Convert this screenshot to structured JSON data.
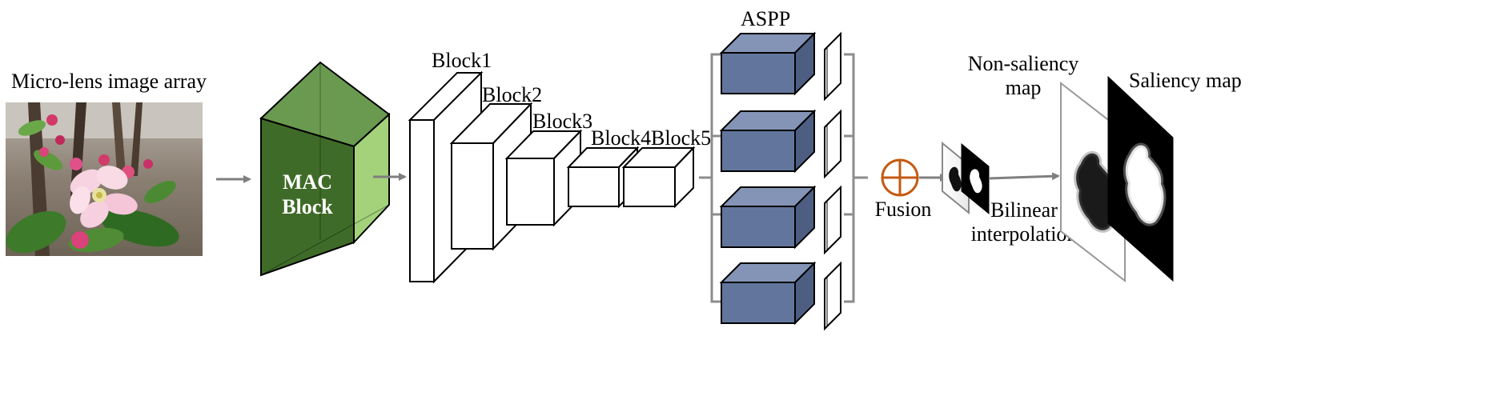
{
  "labels": {
    "input": "Micro-lens  image array",
    "mac_line1": "MAC",
    "mac_line2": "Block",
    "block1": "Block1",
    "block2": "Block2",
    "block3": "Block3",
    "block4": "Block4",
    "block5": "Block5",
    "aspp": "ASPP",
    "fusion": "Fusion",
    "non_saliency_line1": "Non-saliency",
    "non_saliency_line2": "map",
    "saliency": "Saliency map",
    "bilinear_line1": "Bilinear",
    "bilinear_line2": "interpolation"
  },
  "colors": {
    "mac_dark": "#3f6b28",
    "mac_mid": "#6a9a50",
    "mac_light": "#a3d27a",
    "aspp_front": "#62759c",
    "aspp_top": "#8494b6",
    "aspp_side": "#4d5e82",
    "fusion": "#c55a11",
    "arrow": "#7f7f7f"
  }
}
